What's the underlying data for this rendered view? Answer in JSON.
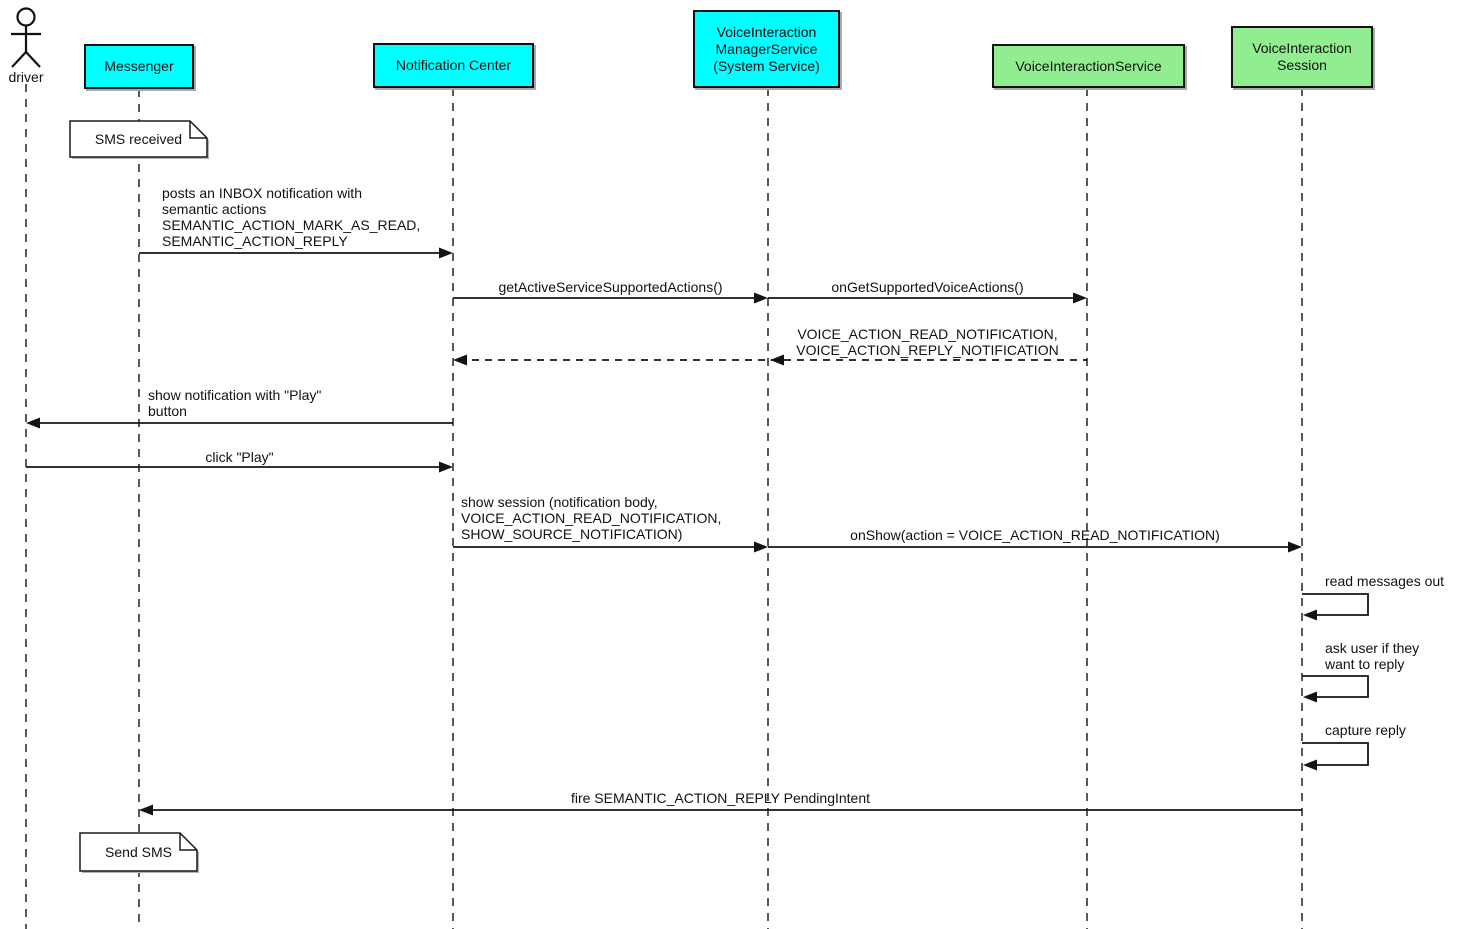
{
  "diagram_type": "uml-sequence",
  "colors": {
    "participant_cyan": "#00FFFF",
    "participant_green": "#90EE90",
    "line": "#141414",
    "background": "#ffffff"
  },
  "actor": {
    "label": "driver"
  },
  "participants": [
    {
      "id": "messenger",
      "label": "Messenger",
      "fill": "#00FFFF"
    },
    {
      "id": "notification-center",
      "label": "Notification Center",
      "fill": "#00FFFF"
    },
    {
      "id": "voice-interaction-manager-service",
      "label": "VoiceInteraction\nManagerService\n(System Service)",
      "fill": "#00FFFF"
    },
    {
      "id": "voice-interaction-service",
      "label": "VoiceInteractionService",
      "fill": "#90EE90"
    },
    {
      "id": "voice-interaction-session",
      "label": "VoiceInteraction\nSession",
      "fill": "#90EE90"
    }
  ],
  "notes": [
    {
      "label": "SMS received",
      "on": "Messenger"
    },
    {
      "label": "Send SMS",
      "on": "Messenger"
    }
  ],
  "messages": [
    {
      "from": "Messenger",
      "to": "Notification Center",
      "style": "solid",
      "label": "posts an INBOX notification with\nsemantic actions\nSEMANTIC_ACTION_MARK_AS_READ,\nSEMANTIC_ACTION_REPLY"
    },
    {
      "from": "Notification Center",
      "to": "VoiceInteractionManagerService",
      "style": "solid",
      "label": "getActiveServiceSupportedActions()"
    },
    {
      "from": "VoiceInteractionManagerService",
      "to": "VoiceInteractionService",
      "style": "solid",
      "label": "onGetSupportedVoiceActions()"
    },
    {
      "from": "VoiceInteractionService",
      "to": "Notification Center",
      "style": "dashed-return",
      "label": "VOICE_ACTION_READ_NOTIFICATION,\nVOICE_ACTION_REPLY_NOTIFICATION"
    },
    {
      "from": "Notification Center",
      "to": "driver",
      "style": "solid",
      "label": "show notification with \"Play\"\nbutton"
    },
    {
      "from": "driver",
      "to": "Notification Center",
      "style": "solid",
      "label": "click \"Play\""
    },
    {
      "from": "Notification Center",
      "to": "VoiceInteractionManagerService",
      "style": "solid",
      "label": "show session (notification body,\nVOICE_ACTION_READ_NOTIFICATION,\nSHOW_SOURCE_NOTIFICATION)"
    },
    {
      "from": "VoiceInteractionManagerService",
      "to": "VoiceInteractionSession",
      "style": "solid",
      "label": "onShow(action = VOICE_ACTION_READ_NOTIFICATION)"
    },
    {
      "from": "VoiceInteractionSession",
      "to": "VoiceInteractionSession",
      "style": "self",
      "label": "read messages out"
    },
    {
      "from": "VoiceInteractionSession",
      "to": "VoiceInteractionSession",
      "style": "self",
      "label": "ask user if they\nwant to reply"
    },
    {
      "from": "VoiceInteractionSession",
      "to": "VoiceInteractionSession",
      "style": "self",
      "label": "capture reply"
    },
    {
      "from": "VoiceInteractionSession",
      "to": "Messenger",
      "style": "solid",
      "label": "fire SEMANTIC_ACTION_REPLY PendingIntent"
    }
  ]
}
